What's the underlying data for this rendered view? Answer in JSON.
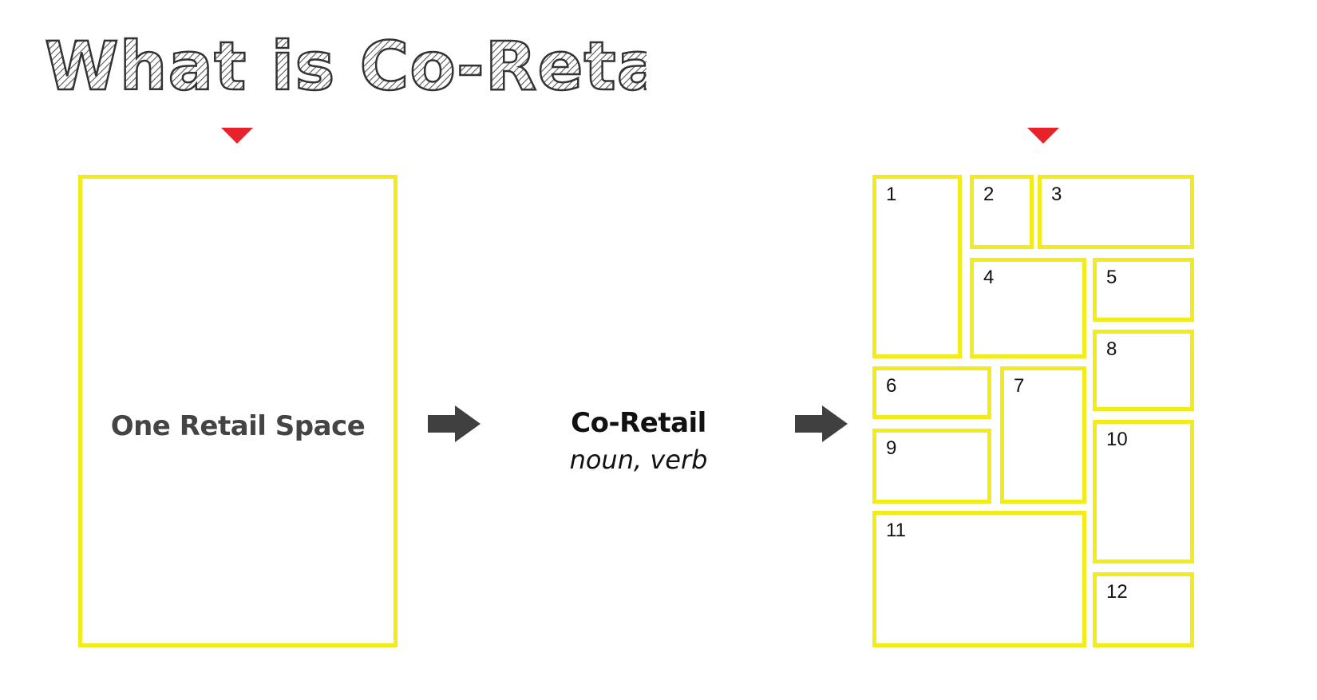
{
  "title": "What is Co-Retail?",
  "left_panel": {
    "label": "One Retail Space"
  },
  "definition": {
    "word": "Co-Retail",
    "part_of_speech": "noun, verb"
  },
  "units": [
    "1",
    "2",
    "3",
    "4",
    "5",
    "6",
    "7",
    "8",
    "9",
    "10",
    "11",
    "12"
  ],
  "colors": {
    "box_outline": "#f2ec1c",
    "marker": "#e8222b",
    "arrow": "#404040",
    "title_fill": "#555555"
  },
  "icons": {
    "marker": "triangle-down-icon",
    "arrow": "arrow-right-icon"
  }
}
